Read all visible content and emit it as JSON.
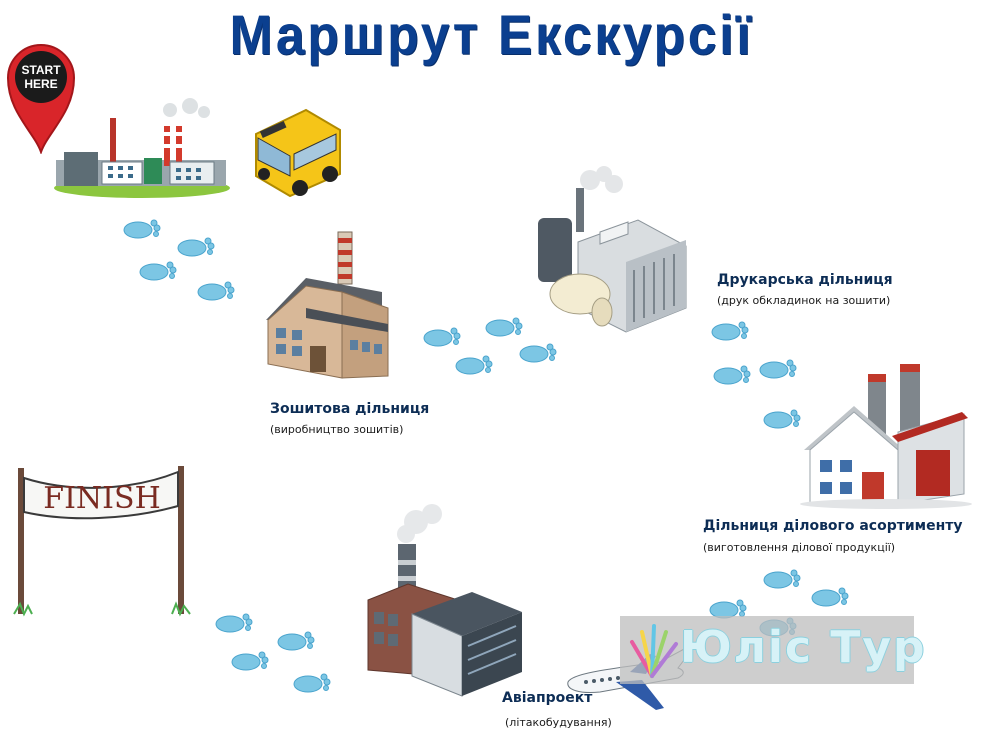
{
  "title": "Маршрут Екскурсії",
  "start_marker": {
    "text_line1": "START",
    "text_line2": "HERE"
  },
  "finish_banner": {
    "text": "FINISH"
  },
  "stations": [
    {
      "name": "Зошитова дільниця",
      "note": "(виробництво зошитів)"
    },
    {
      "name": "Друкарська дільниця",
      "note": "(друк обкладинок на зошити)"
    },
    {
      "name": "Дільниця ділового асортименту",
      "note": "(виготовлення ділової продукції)"
    },
    {
      "name": "Авіапроект",
      "note": "(літакобудування)"
    }
  ],
  "watermark": {
    "text": "Юліс Тур"
  },
  "icons": [
    "start-pin-icon",
    "factory-skyline-icon",
    "school-bus-icon",
    "footprints-icon",
    "notebook-factory-icon",
    "printing-plant-icon",
    "office-factory-icon",
    "aviation-plant-icon",
    "airplane-icon",
    "finish-banner-icon"
  ],
  "colors": {
    "title": "#0b3f8f",
    "footprint": "#7cc6e4",
    "start_pin": "#d9252a",
    "station_text": "#0d2d55"
  }
}
